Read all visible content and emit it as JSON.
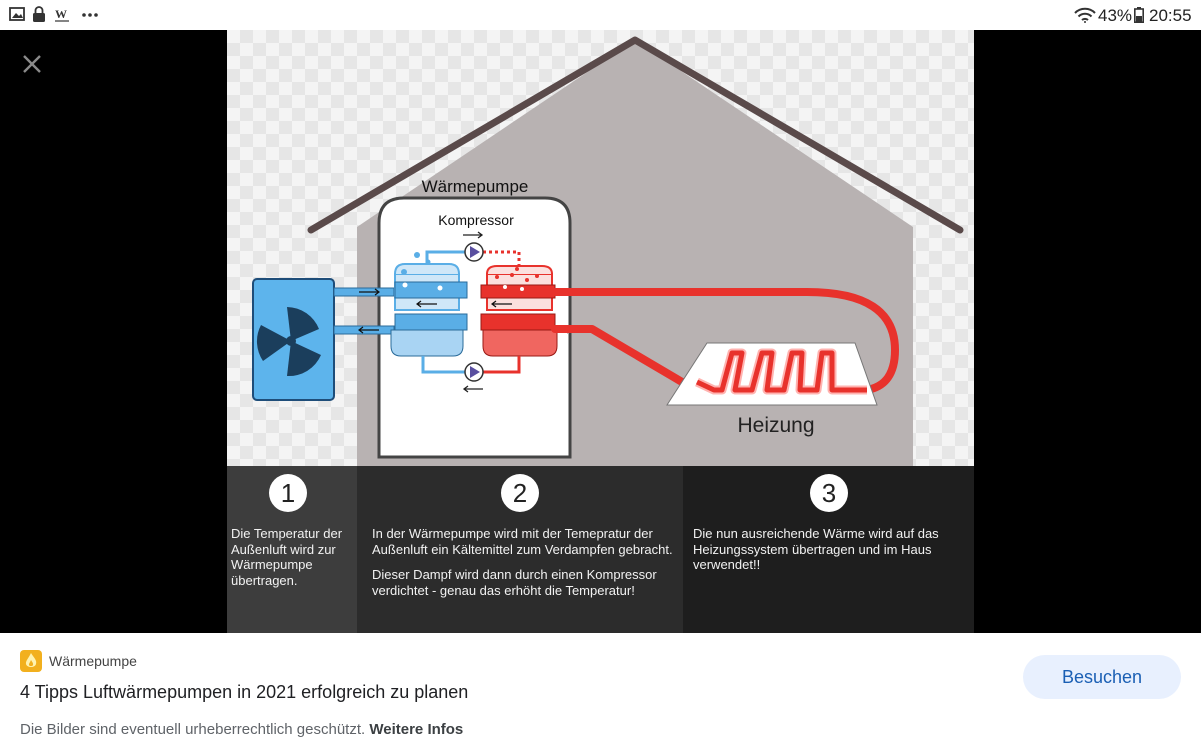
{
  "status_bar": {
    "icons": [
      "image-icon",
      "lock-icon",
      "w-icon",
      "more-dots-icon"
    ],
    "battery_percent": "43%",
    "time": "20:55"
  },
  "diagram": {
    "house_title": "Wärmepumpe",
    "compressor_label": "Kompressor",
    "heating_label": "Heizung"
  },
  "steps": [
    {
      "number": "1",
      "paragraphs": [
        "Die Temperatur der Außenluft wird zur Wärmepumpe übertragen."
      ]
    },
    {
      "number": "2",
      "paragraphs": [
        "In der Wärmepumpe wird mit der Temepratur der Außenluft ein Kältemittel zum Verdampfen gebracht.",
        "Dieser Dampf wird dann durch einen Kompressor verdichtet - genau das erhöht die Temperatur!"
      ]
    },
    {
      "number": "3",
      "paragraphs": [
        "Die nun ausreichende Wärme wird auf das Heizungssystem übertragen und im Haus verwendet!!"
      ]
    }
  ],
  "footer": {
    "source_name": "Wärmepumpe",
    "headline": "4 Tipps Luftwärmepumpen in 2021 erfolgreich zu planen",
    "copyright_text": "Die Bilder sind eventuell urheberrechtlich geschützt.",
    "more_info_link": "Weitere Infos",
    "visit_button": "Besuchen"
  },
  "colors": {
    "accent": "#1a5fb4",
    "cold": "#5aaee6",
    "hot": "#e8322c",
    "house": "#b8b2b2"
  }
}
